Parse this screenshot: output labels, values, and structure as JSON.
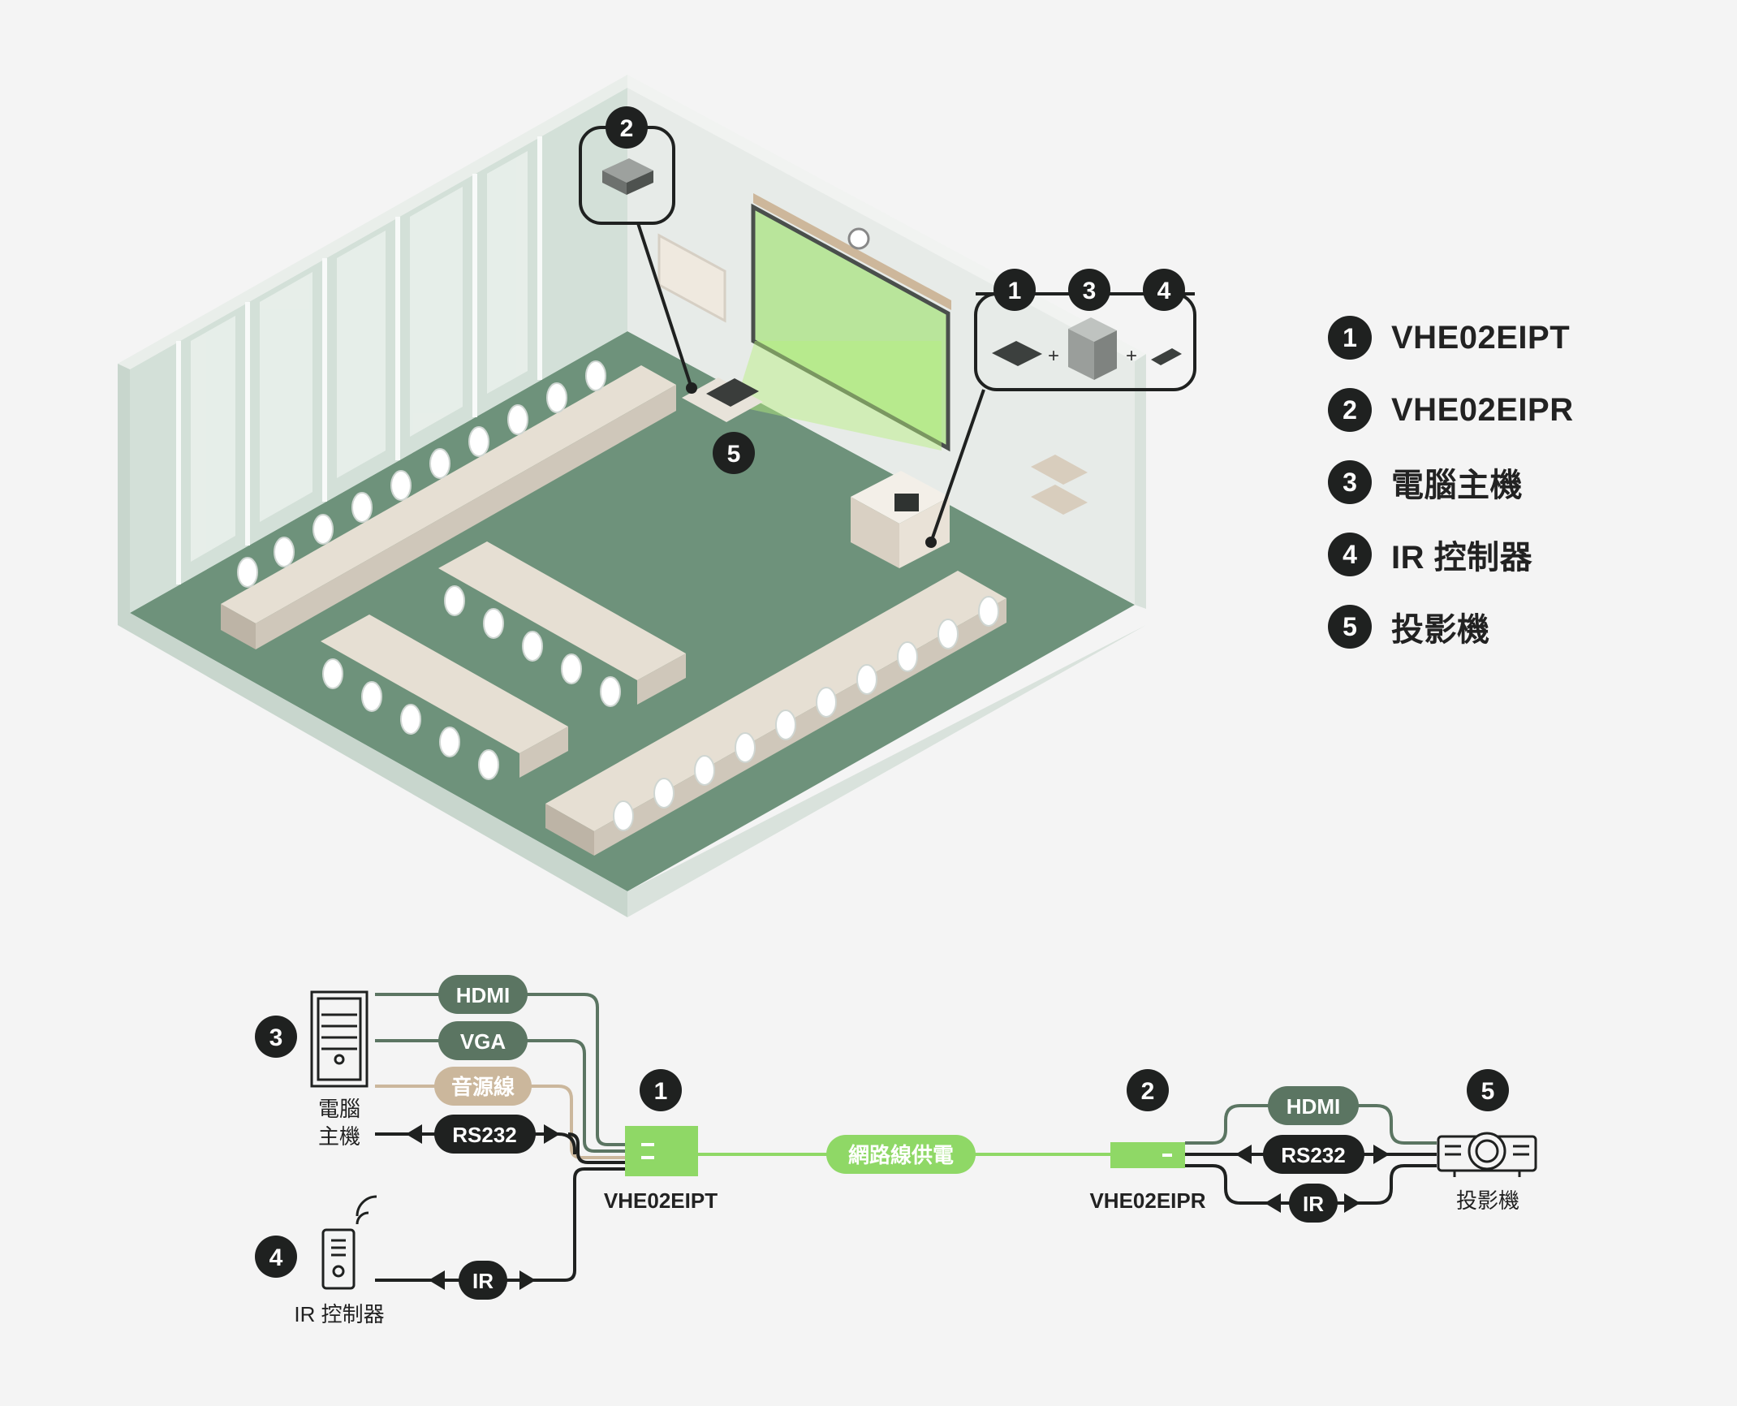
{
  "legend": [
    {
      "num": "1",
      "label": "VHE02EIPT"
    },
    {
      "num": "2",
      "label": "VHE02EIPR"
    },
    {
      "num": "3",
      "label": "電腦主機"
    },
    {
      "num": "4",
      "label": "IR 控制器"
    },
    {
      "num": "5",
      "label": "投影機"
    }
  ],
  "room_callouts": {
    "projector_box_num": "2",
    "projector_num": "5",
    "desk_nums": [
      "1",
      "3",
      "4"
    ],
    "plus": "+"
  },
  "wiring": {
    "pc_num": "3",
    "pc_label_line1": "電腦",
    "pc_label_line2": "主機",
    "remote_num": "4",
    "remote_label": "IR 控制器",
    "tx_num": "1",
    "tx_label": "VHE02EIPT",
    "rx_num": "2",
    "rx_label": "VHE02EIPR",
    "projector_num": "5",
    "projector_label": "投影機",
    "pills": {
      "hdmi_in": "HDMI",
      "vga": "VGA",
      "audio": "音源線",
      "rs232_in": "RS232",
      "ir_in": "IR",
      "network": "網路線供電",
      "hdmi_out": "HDMI",
      "rs232_out": "RS232",
      "ir_out": "IR"
    }
  },
  "colors": {
    "dark": "#1f2120",
    "green_dark": "#5b7562",
    "green_light": "#8fd866",
    "tan": "#cbb79c",
    "floor": "#6e927b"
  }
}
